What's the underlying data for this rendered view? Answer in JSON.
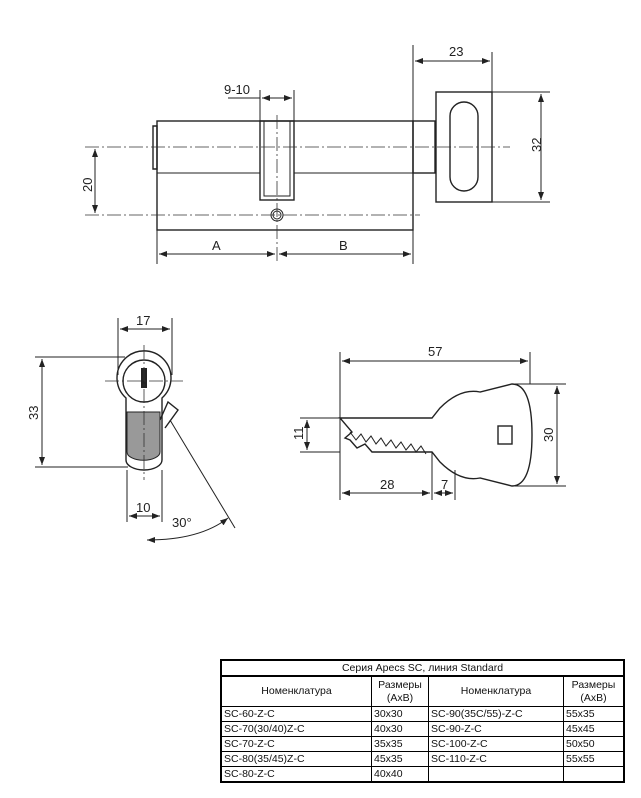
{
  "drawing": {
    "front": {
      "dim_9_10": "9-10",
      "dim_23": "23",
      "dim_32": "32",
      "dim_20": "20",
      "dim_a": "A",
      "dim_b": "B"
    },
    "side": {
      "dim_17": "17",
      "dim_33": "33",
      "dim_10": "10",
      "dim_angle": "30°"
    },
    "key": {
      "dim_57": "57",
      "dim_30": "30",
      "dim_11": "11",
      "dim_28": "28",
      "dim_7": "7"
    }
  },
  "table": {
    "title": "Серия Apecs SC, линия Standard",
    "headers": [
      "Номенклатура",
      "Размеры (AxB)",
      "Номенклатура",
      "Размеры (AxB)"
    ],
    "rows": [
      [
        "SC-60-Z-C",
        "30x30",
        "SC-90(35C/55)-Z-C",
        "55x35"
      ],
      [
        "SC-70(30/40)Z-C",
        "40x30",
        "SC-90-Z-C",
        "45x45"
      ],
      [
        "SC-70-Z-C",
        "35x35",
        "SC-100-Z-C",
        "50x50"
      ],
      [
        "SC-80(35/45)Z-C",
        "45x35",
        "SC-110-Z-C",
        "55x55"
      ],
      [
        "SC-80-Z-C",
        "40x40",
        "",
        ""
      ]
    ]
  }
}
